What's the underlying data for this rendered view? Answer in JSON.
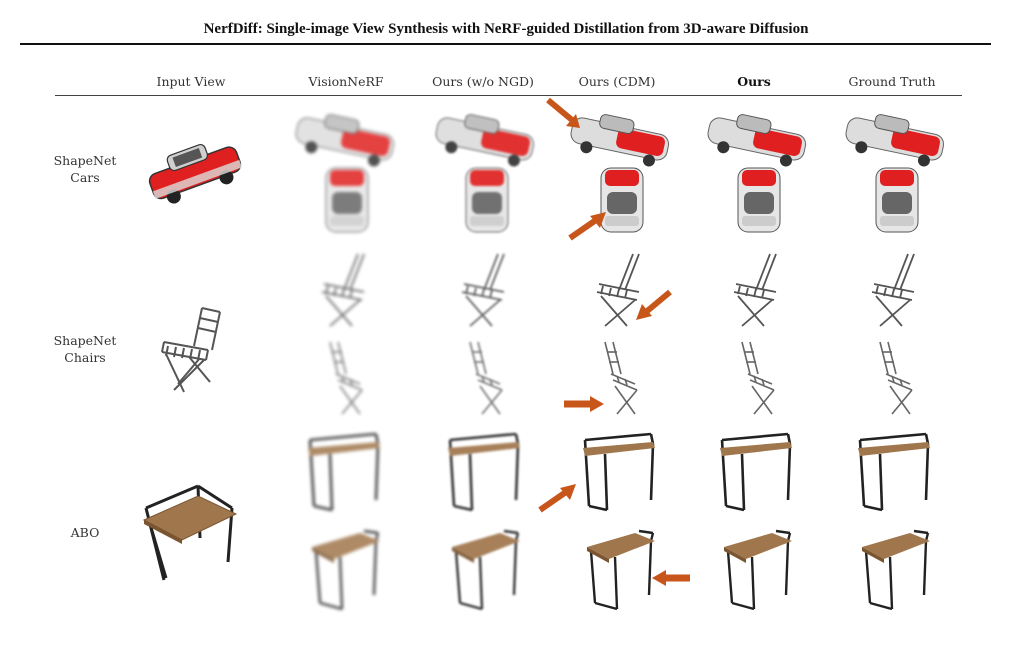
{
  "figure": {
    "title": "NerfDiff: Single-image View Synthesis with NeRF-guided Distillation from 3D-aware Diffusion",
    "columns": [
      "Input View",
      "VisionNeRF",
      "Ours (w/o NGD)",
      "Ours (CDM)",
      "Ours",
      "Ground Truth"
    ],
    "bold_column": "Ours",
    "rows": [
      {
        "label_line1": "ShapeNet",
        "label_line2": "Cars",
        "object": "car"
      },
      {
        "label_line1": "ShapeNet",
        "label_line2": "Chairs",
        "object": "chair"
      },
      {
        "label_line1": "ABO",
        "label_line2": "",
        "object": "desk"
      }
    ],
    "arrow_color": "#c8561b",
    "car_color": "#e02020",
    "wood_color": "#a0764c"
  }
}
